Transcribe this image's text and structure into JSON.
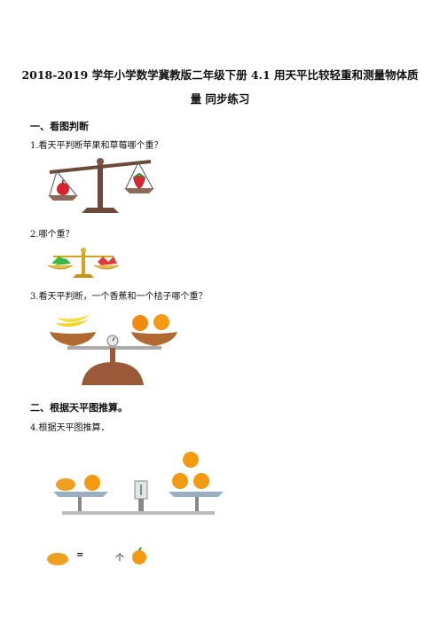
{
  "title_line1": "2018-2019 学年小学数学冀教版二年级下册  4.1 用天平比较轻重和测量物体质",
  "title_line2": "量  同步练习",
  "section1": "一、看图判断",
  "q1": "1.看天平判断苹果和草莓哪个重？",
  "q2": "2.哪个重？",
  "q3": "3.看天平判断，一个香蕉和一个桔子哪个重？",
  "section2": "二、根据天平图推算。",
  "q4": "4.根据天平图推算．",
  "answer_equals": "=",
  "answer_unit": "个"
}
